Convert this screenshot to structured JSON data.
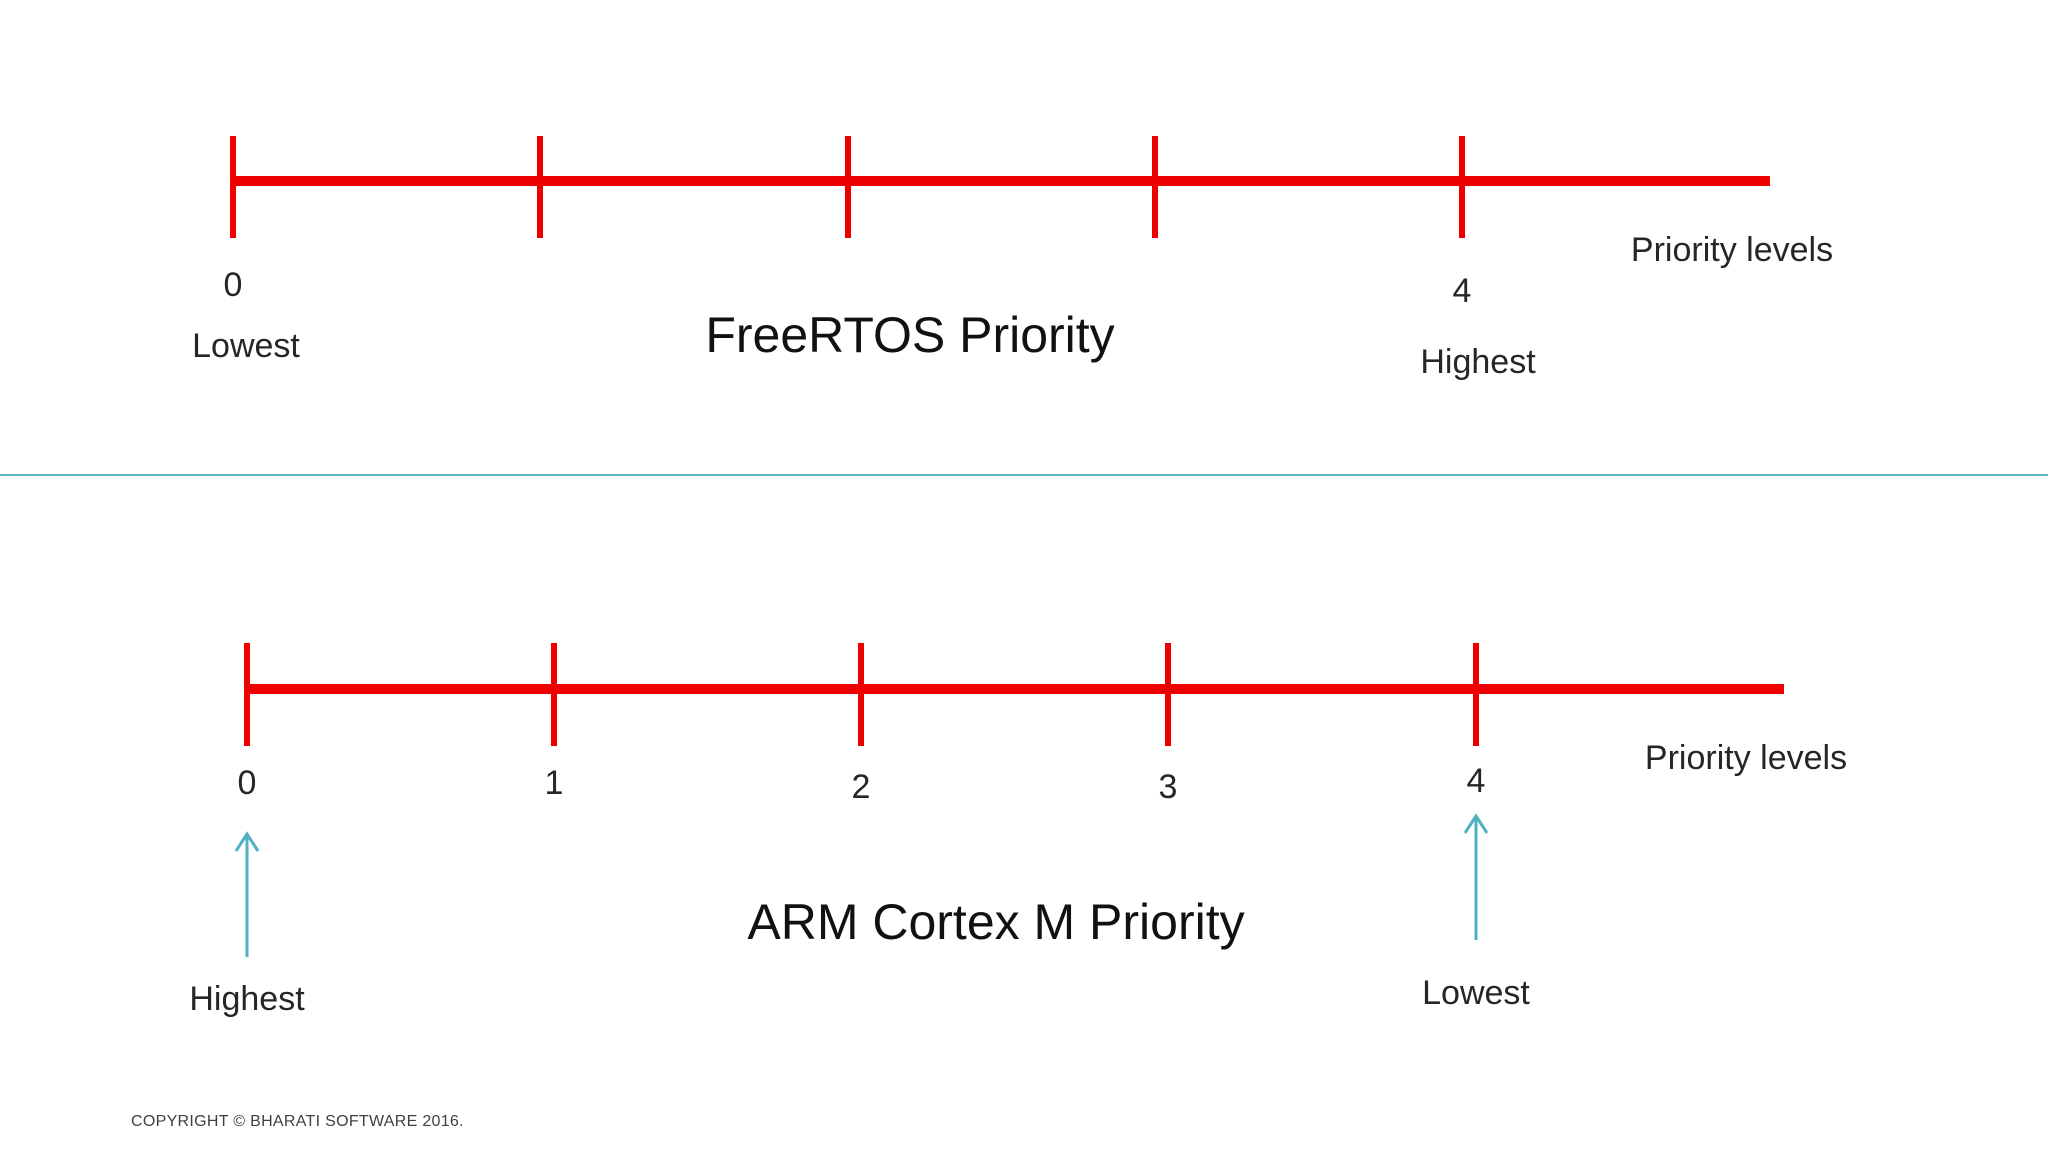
{
  "top_diagram": {
    "title": "FreeRTOS Priority",
    "axis_label": "Priority levels",
    "tick_labels": [
      "0",
      "4"
    ],
    "low_end_label": "Lowest",
    "high_end_label": "Highest",
    "accent_color": "#ee0000"
  },
  "bottom_diagram": {
    "title": "ARM Cortex M Priority",
    "axis_label": "Priority levels",
    "tick_labels": [
      "0",
      "1",
      "2",
      "3",
      "4"
    ],
    "low_index_label": "Highest",
    "high_index_label": "Lowest",
    "accent_color": "#ee0000",
    "arrow_color": "#4fb2c2"
  },
  "divider_color": "#5fb6c4",
  "footer": {
    "copyright": "COPYRIGHT © BHARATI SOFTWARE 2016."
  }
}
